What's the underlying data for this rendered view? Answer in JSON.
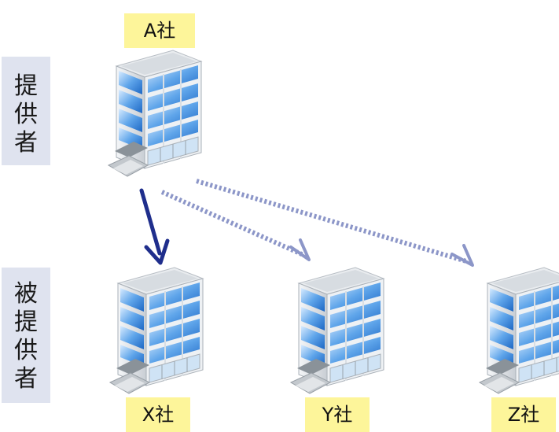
{
  "roles": {
    "provider": [
      "提",
      "供",
      "者"
    ],
    "recipient": [
      "被",
      "提",
      "供",
      "者"
    ]
  },
  "companies": {
    "provider": "A社",
    "recipients": [
      "X社",
      "Y社",
      "Z社"
    ]
  },
  "colors": {
    "role_box": "#dfe3ef",
    "label_box": "#fdf59a",
    "solid_arrow": "#1f2e8c",
    "dotted_arrow": "#8c96c8"
  }
}
